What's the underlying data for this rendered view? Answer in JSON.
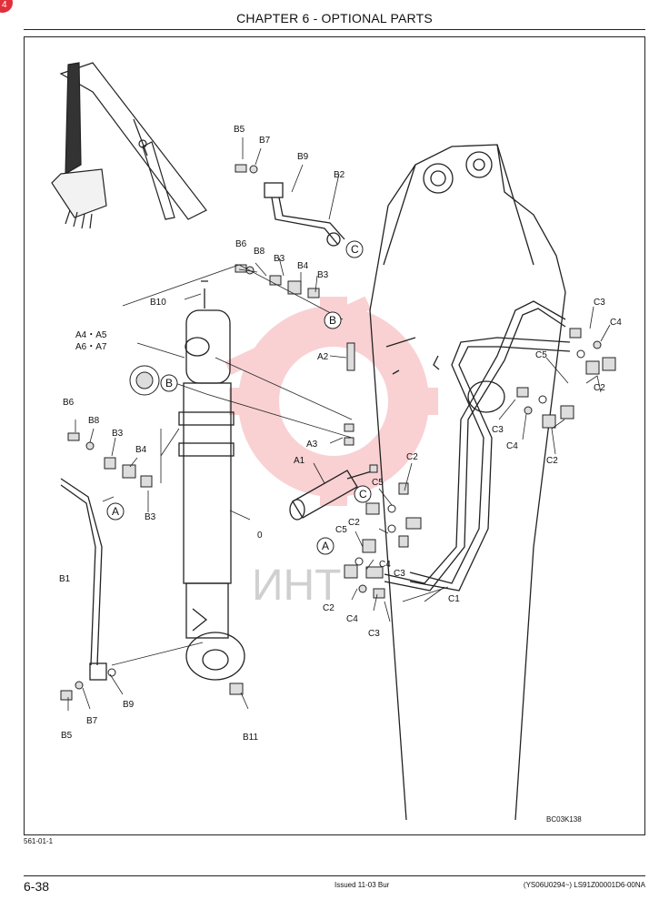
{
  "header": {
    "chapter_title": "CHAPTER 6 - OPTIONAL PARTS"
  },
  "corner_badge": "4",
  "figure": {
    "code": "BC03K138",
    "watermark_text": "ИНТ",
    "part_labels": {
      "b5_top": "B5",
      "b7_top": "B7",
      "b9_top": "B9",
      "b2": "B2",
      "b6_mid": "B6",
      "b8_mid": "B8",
      "b3_mid1": "B3",
      "b4_mid": "B4",
      "b3_mid2": "B3",
      "b10": "B10",
      "a4a5": "A4・A5",
      "a6a7": "A6・A7",
      "b6_left": "B6",
      "b8_left": "B8",
      "b3_left1": "B3",
      "b4_left": "B4",
      "b3_left2": "B3",
      "b1": "B1",
      "b5_bot": "B5",
      "b7_bot": "B7",
      "b9_bot": "B9",
      "b11": "B11",
      "zero": "0",
      "a2": "A2",
      "a3": "A3",
      "a1": "A1",
      "c2_mid1": "C2",
      "c5_mid1": "C5",
      "c5_mid2": "C5",
      "c2_mid2": "C2",
      "c4_mid": "C4",
      "c3_mid": "C3",
      "c2_low": "C2",
      "c4_low": "C4",
      "c3_low": "C3",
      "c1": "C1",
      "c3_r1": "C3",
      "c4_r1": "C4",
      "c5_r": "C5",
      "c2_r1": "C2",
      "c3_r2": "C3",
      "c4_r2": "C4",
      "c2_r2": "C2"
    },
    "callouts": {
      "c_top": "C",
      "b_top": "B",
      "b_left": "B",
      "a_left": "A",
      "c_mid": "C",
      "a_mid": "A"
    }
  },
  "footer": {
    "figure_note": "561-01-1",
    "page_number": "6-38",
    "issued": "Issued 11-03   Bur",
    "doc_ref": "(YS06U0294~)   LS91Z00001D6-00NA"
  }
}
